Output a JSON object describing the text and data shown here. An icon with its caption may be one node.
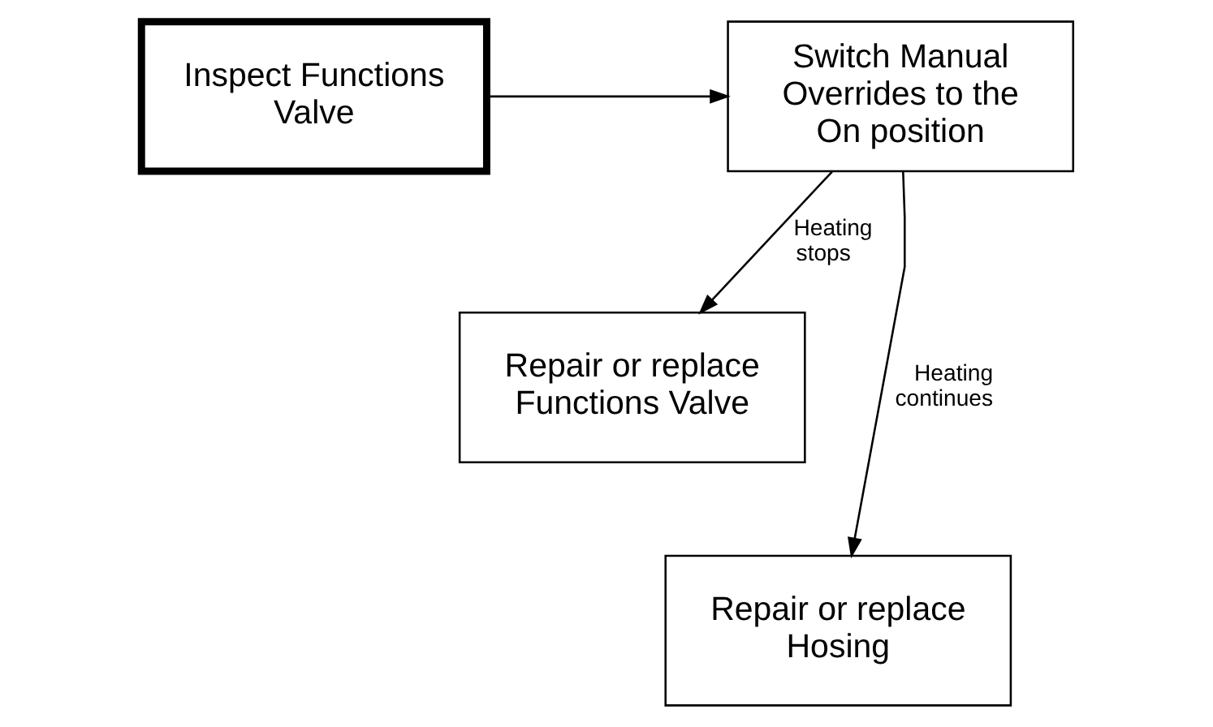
{
  "diagram": {
    "nodes": [
      {
        "text": [
          "Inspect Functions Valve"
        ]
      },
      {
        "text": [
          "Switch Manual Overrides to the On position"
        ]
      },
      {
        "text": [
          "Repair or replace Functions Valve"
        ]
      },
      {
        "text": [
          "Repair or replace Hosing"
        ]
      }
    ],
    "edges": [
      {
        "from": 0,
        "to": 1,
        "arrow": "to"
      },
      {
        "from": 1,
        "to": 2,
        "arrow": "to",
        "label": "Heating stops"
      },
      {
        "from": 1,
        "to": 3,
        "arrow": "to",
        "label": "Heating continues"
      }
    ]
  }
}
